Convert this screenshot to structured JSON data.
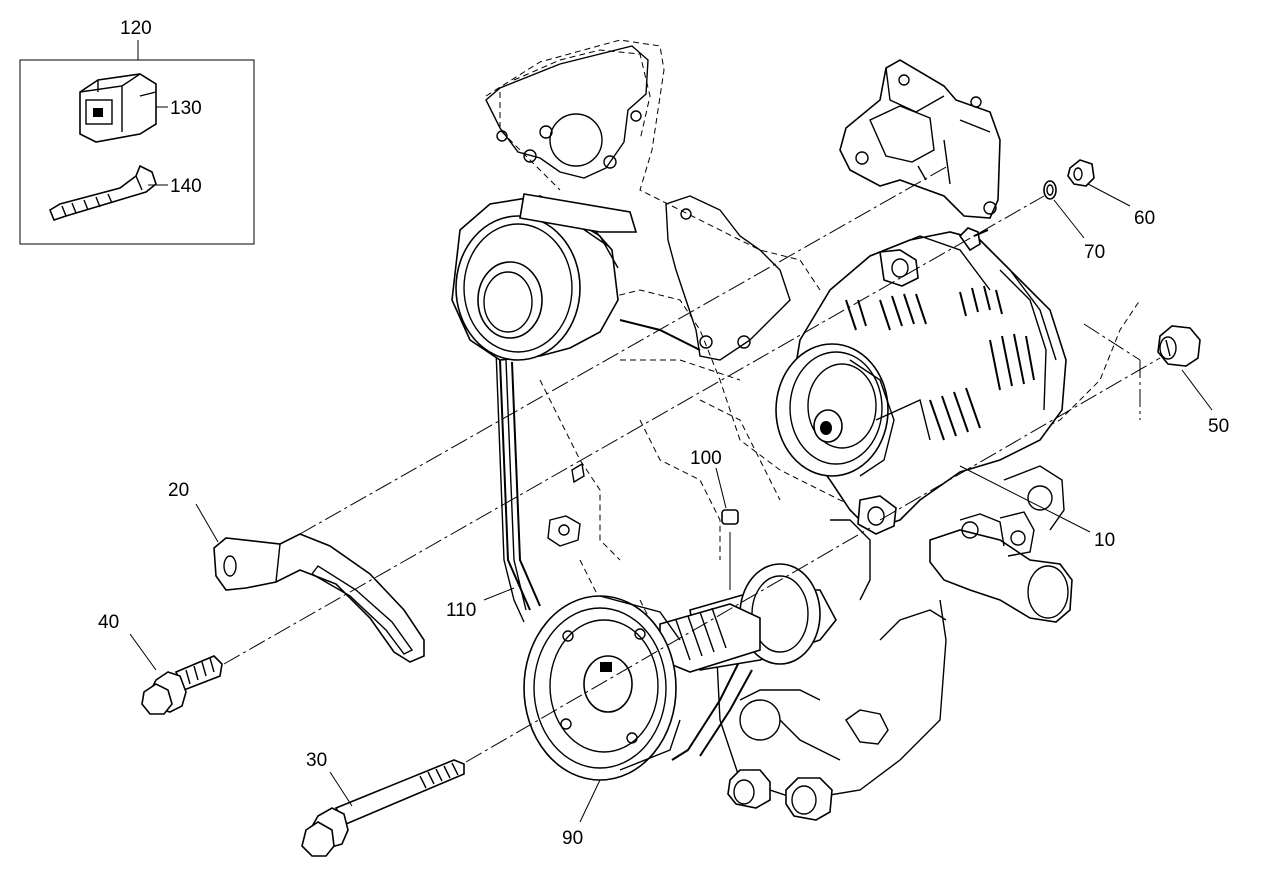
{
  "labels": {
    "p10": "10",
    "p20": "20",
    "p30": "30",
    "p40": "40",
    "p50": "50",
    "p60": "60",
    "p70": "70",
    "p90": "90",
    "p100": "100",
    "p110": "110",
    "p120": "120",
    "p130": "130",
    "p140": "140"
  }
}
